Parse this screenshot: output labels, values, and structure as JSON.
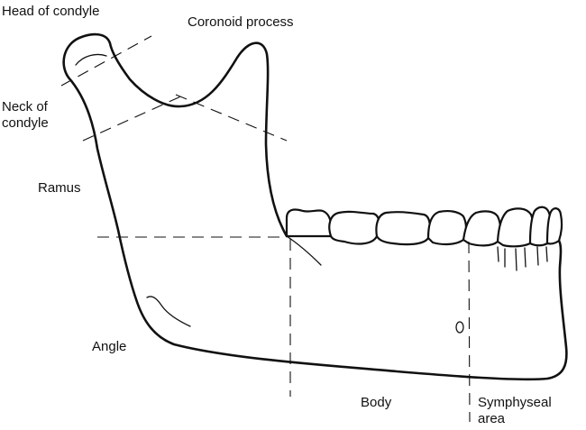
{
  "labels": {
    "head_of_condyle": "Head of condyle",
    "coronoid_process": "Coronoid process",
    "neck_of_condyle_line1": "Neck of",
    "neck_of_condyle_line2": "condyle",
    "ramus": "Ramus",
    "angle": "Angle",
    "body": "Body",
    "symphyseal_line1": "Symphyseal",
    "symphyseal_line2": "area"
  }
}
